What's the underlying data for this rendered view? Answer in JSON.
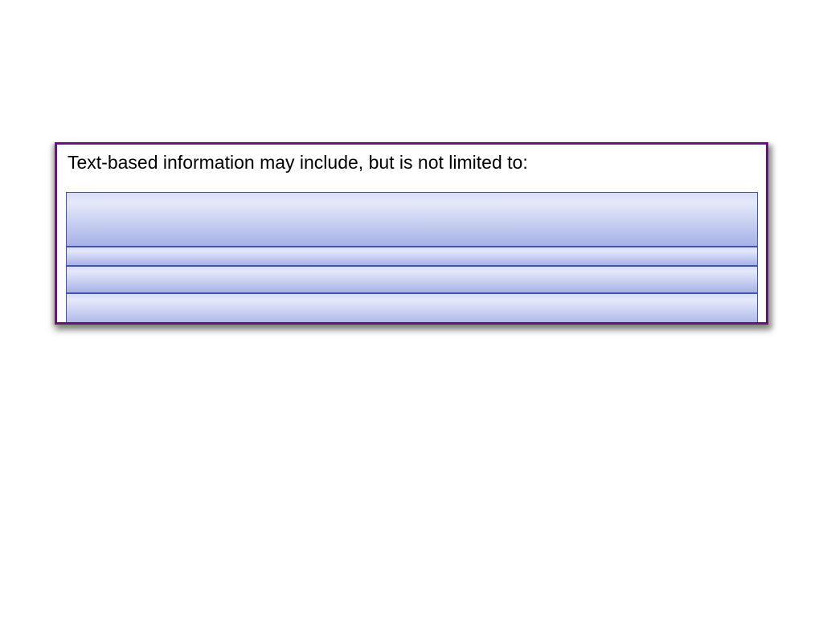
{
  "slide": {
    "title": "Text-based information may include, but is not limited to:",
    "placeholder_bars": [
      {
        "id": "placeholder-bar-1"
      },
      {
        "id": "placeholder-bar-2"
      },
      {
        "id": "placeholder-bar-3"
      },
      {
        "id": "placeholder-bar-4"
      }
    ]
  },
  "colors": {
    "box_border": "#66137a",
    "bar_border": "#4156a6",
    "bar_gradient_top": "#d6dcf6",
    "bar_gradient_light": "#e5e9fb",
    "bar_gradient_bottom": "#a7b1e6",
    "title_text": "#000000",
    "background": "#ffffff"
  }
}
